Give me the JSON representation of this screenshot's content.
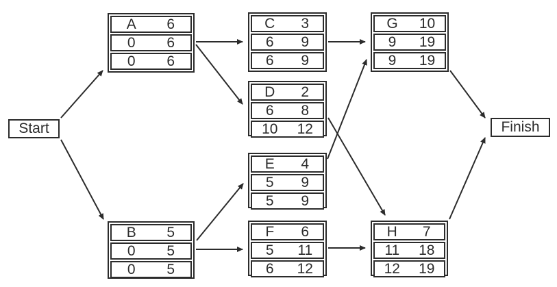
{
  "diagram": {
    "type": "project-network-cpm",
    "line_color": "#2b2b2b",
    "background_color": "#ffffff",
    "row_semantics": [
      "activity_name | duration",
      "early_start | early_finish",
      "late_start | late_finish"
    ]
  },
  "nodes": {
    "start": {
      "label": "Start"
    },
    "finish": {
      "label": "Finish"
    },
    "A": {
      "name": "A",
      "duration": "6",
      "early_start": "0",
      "early_finish": "6",
      "late_start": "0",
      "late_finish": "6"
    },
    "B": {
      "name": "B",
      "duration": "5",
      "early_start": "0",
      "early_finish": "5",
      "late_start": "0",
      "late_finish": "5"
    },
    "C": {
      "name": "C",
      "duration": "3",
      "early_start": "6",
      "early_finish": "9",
      "late_start": "6",
      "late_finish": "9"
    },
    "D": {
      "name": "D",
      "duration": "2",
      "early_start": "6",
      "early_finish": "8",
      "late_start": "10",
      "late_finish": "12"
    },
    "E": {
      "name": "E",
      "duration": "4",
      "early_start": "5",
      "early_finish": "9",
      "late_start": "5",
      "late_finish": "9"
    },
    "F": {
      "name": "F",
      "duration": "6",
      "early_start": "5",
      "early_finish": "11",
      "late_start": "6",
      "late_finish": "12"
    },
    "G": {
      "name": "G",
      "duration": "10",
      "early_start": "9",
      "early_finish": "19",
      "late_start": "9",
      "late_finish": "19"
    },
    "H": {
      "name": "H",
      "duration": "7",
      "early_start": "11",
      "early_finish": "18",
      "late_start": "12",
      "late_finish": "19"
    }
  },
  "edges": [
    {
      "from": "Start",
      "to": "A"
    },
    {
      "from": "Start",
      "to": "B"
    },
    {
      "from": "A",
      "to": "C"
    },
    {
      "from": "A",
      "to": "D"
    },
    {
      "from": "B",
      "to": "E"
    },
    {
      "from": "B",
      "to": "F"
    },
    {
      "from": "C",
      "to": "G"
    },
    {
      "from": "D",
      "to": "H"
    },
    {
      "from": "E",
      "to": "G"
    },
    {
      "from": "F",
      "to": "H"
    },
    {
      "from": "G",
      "to": "Finish"
    },
    {
      "from": "H",
      "to": "Finish"
    }
  ]
}
